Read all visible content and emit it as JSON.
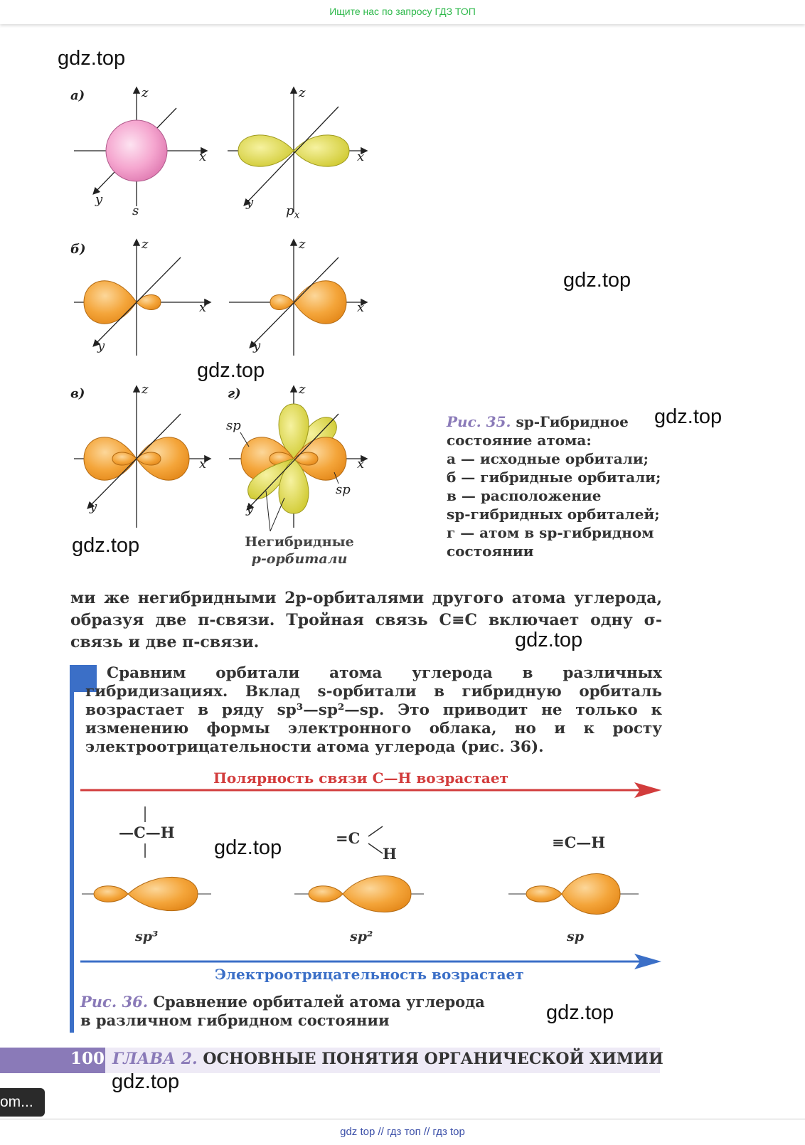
{
  "top_banner": "Ищите нас по запросу ГДЗ ТОП",
  "watermark": "gdz.top",
  "figure35": {
    "labels": {
      "a": "а)",
      "b": "б)",
      "v": "в)",
      "g": "г)",
      "z": "z",
      "x": "x",
      "y": "y",
      "s": "s",
      "px": "p",
      "px_sub": "x",
      "sp": "sp"
    },
    "nonhybrid_line1": "Негибридные",
    "nonhybrid_line2": "p-орбитали",
    "caption_title": "Рис. 35.",
    "caption_lines": [
      " sp-Гибридное",
      "состояние атома:",
      "а — исходные орбитали;",
      "б — гибридные орбитали;",
      "в — расположение",
      "sp-гибридных орбиталей;",
      "г — атом в sp-гибридном",
      "состоянии"
    ]
  },
  "paragraph1": "ми же негибридными 2p-орбиталями другого атома углерода, образуя две π-связи. Тройная связь C≡C включает одну σ-связь и две π-связи.",
  "paragraph2": "Сравним орбитали атома углерода в различных гибридизациях. Вклад s-орбитали в гибридную орбиталь возрастает в ряду sp³—sp²—sp. Это приводит не только к изменению формы электронного облака, но и к росту электроотрицательности атома углерода (рис. 36).",
  "figure36": {
    "polarity_label": "Полярность связи C—H возрастает",
    "electronegativity_label": "Электроотрицательность возрастает",
    "formula_sp3": "—C—H",
    "formula_sp2_left": "=C",
    "formula_sp2_h": "H",
    "formula_sp": "≡C—H",
    "orbital_labels": [
      "sp³",
      "sp²",
      "sp"
    ],
    "caption_title": "Рис. 36.",
    "caption_line1": " Сравнение орбиталей атома углерода",
    "caption_line2": "в различном гибридном состоянии",
    "colors": {
      "red_arrow": "#d23c3c",
      "blue_arrow": "#3b6fc7",
      "orbital": "#f2a035"
    }
  },
  "footer": {
    "page_number": "100",
    "chapter": "ГЛАВА 2.",
    "chapter_title": " ОСНОВНЫЕ ПОНЯТИЯ ОРГАНИЧЕСКОЙ ХИМИИ"
  },
  "dark_button": "om...",
  "bottom_bar": "gdz top  //  гдз топ  //  гдз top"
}
